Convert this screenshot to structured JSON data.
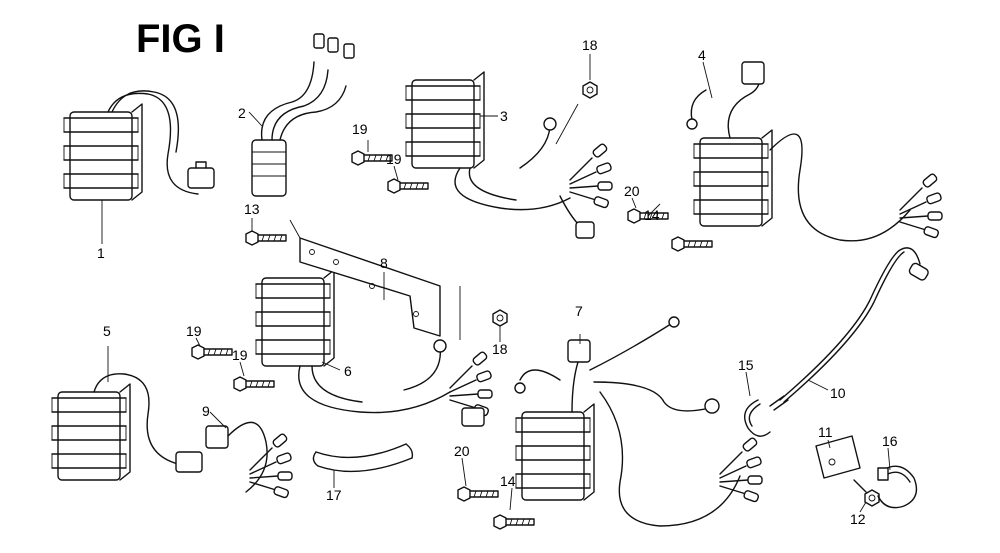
{
  "figure": {
    "title": "FIG I"
  },
  "callouts": [
    "1",
    "2",
    "3",
    "4",
    "5",
    "6",
    "7",
    "8",
    "9",
    "10",
    "11",
    "12",
    "13",
    "14",
    "15",
    "16",
    "17",
    "18",
    "19",
    "20"
  ]
}
